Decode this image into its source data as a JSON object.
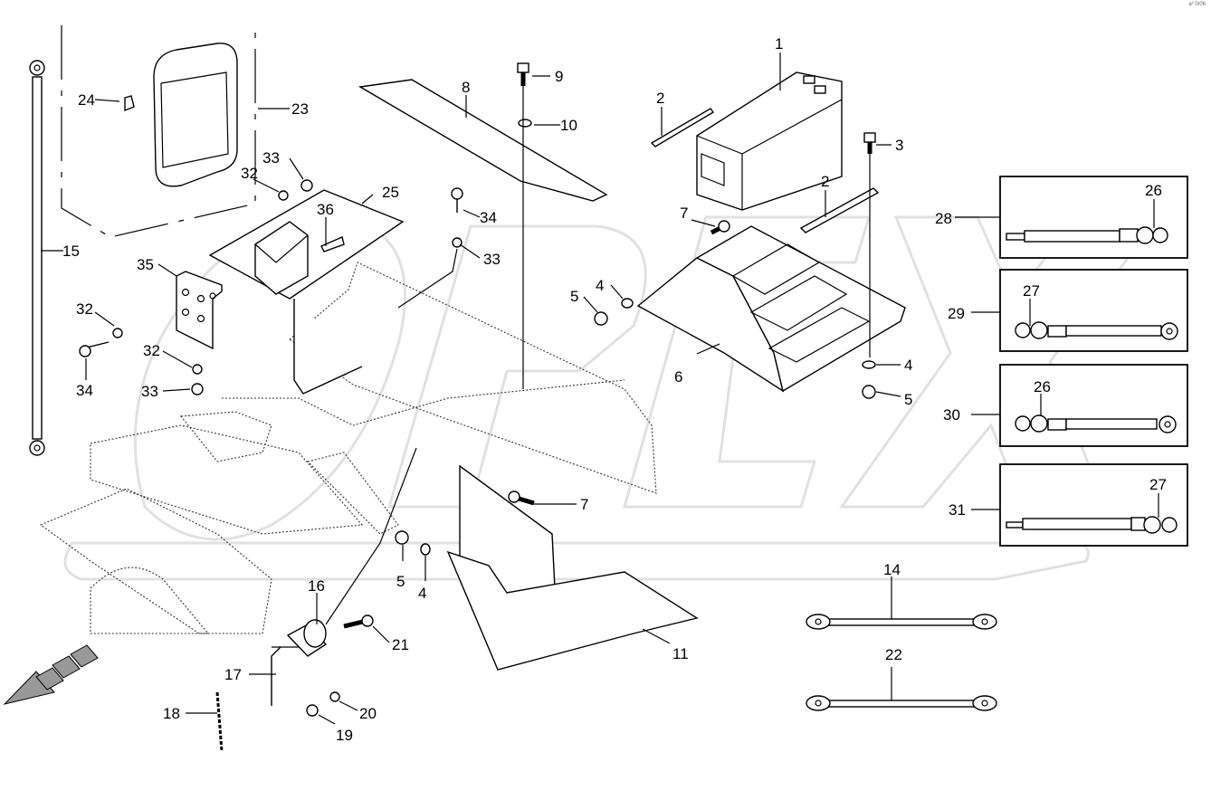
{
  "watermark": "OPEX",
  "corner_code": "a³ 0/06",
  "callouts": {
    "n1": "1",
    "n2a": "2",
    "n2b": "2",
    "n3": "3",
    "n4a": "4",
    "n4b": "4",
    "n4c": "4",
    "n5a": "5",
    "n5b": "5",
    "n5c": "5",
    "n6": "6",
    "n7a": "7",
    "n7b": "7",
    "n8": "8",
    "n9": "9",
    "n10": "10",
    "n11": "11",
    "n14": "14",
    "n15": "15",
    "n16": "16",
    "n17": "17",
    "n18": "18",
    "n19": "19",
    "n20": "20",
    "n21": "21",
    "n22": "22",
    "n23": "23",
    "n24": "24",
    "n25": "25",
    "n26a": "26",
    "n26b": "26",
    "n27a": "27",
    "n27b": "27",
    "n28": "28",
    "n29": "29",
    "n30": "30",
    "n31": "31",
    "n32a": "32",
    "n32b": "32",
    "n32c": "32",
    "n33a": "33",
    "n33b": "33",
    "n33c": "33",
    "n34a": "34",
    "n34b": "34",
    "n35": "35",
    "n36": "36"
  }
}
